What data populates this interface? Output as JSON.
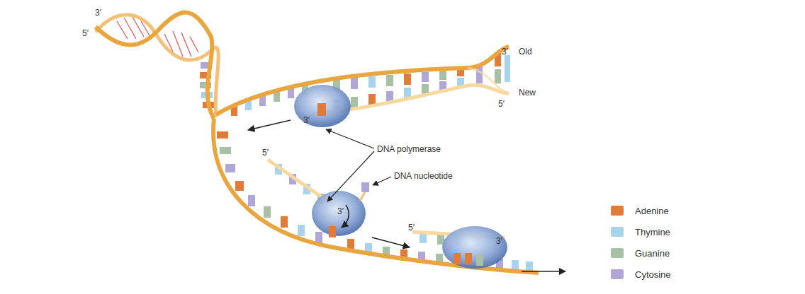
{
  "diagram": {
    "labels": [
      "3′",
      "5′",
      "3′",
      "Old",
      "New",
      "5′",
      "3′",
      "DNA polymerase",
      "5′",
      "DNA nucleotide",
      "3′",
      "5′",
      "3′"
    ],
    "legend": [
      {
        "text": "Adenine",
        "color": "#e07b39"
      },
      {
        "text": "Thymine",
        "color": "#a9d3ec"
      },
      {
        "text": "Guanine",
        "color": "#a8c0a5"
      },
      {
        "text": "Cytosine",
        "color": "#b1a6d8"
      }
    ]
  }
}
